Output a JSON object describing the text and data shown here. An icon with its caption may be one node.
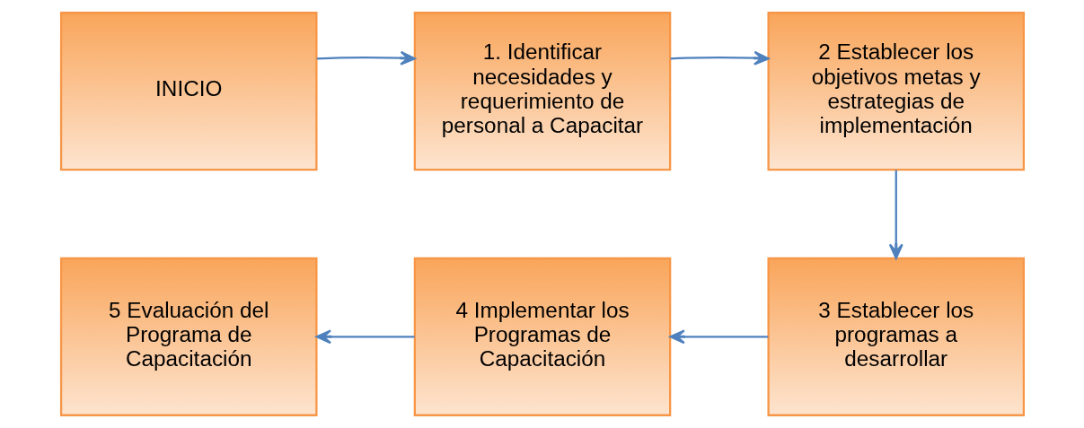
{
  "diagram": {
    "nodes": [
      {
        "text": [
          "INICIO"
        ]
      },
      {
        "text": [
          "1. Identificar necesidades y requerimiento de personal a Capacitar"
        ]
      },
      {
        "text": [
          "2 Establecer los objetivos metas y estrategias de implementación"
        ]
      },
      {
        "text": [
          "3 Establecer los programas a desarrollar"
        ]
      },
      {
        "text": [
          "4 Implementar los Programas de Capacitación"
        ]
      },
      {
        "text": [
          "5 Evaluación del Programa de Capacitación"
        ]
      }
    ],
    "edges": [
      {
        "from": 0,
        "to": 1,
        "arrow": "to"
      },
      {
        "from": 1,
        "to": 2,
        "arrow": "to"
      },
      {
        "from": 2,
        "to": 3,
        "arrow": "to"
      },
      {
        "from": 3,
        "to": 4,
        "arrow": "to"
      },
      {
        "from": 4,
        "to": 5,
        "arrow": "to"
      }
    ]
  }
}
